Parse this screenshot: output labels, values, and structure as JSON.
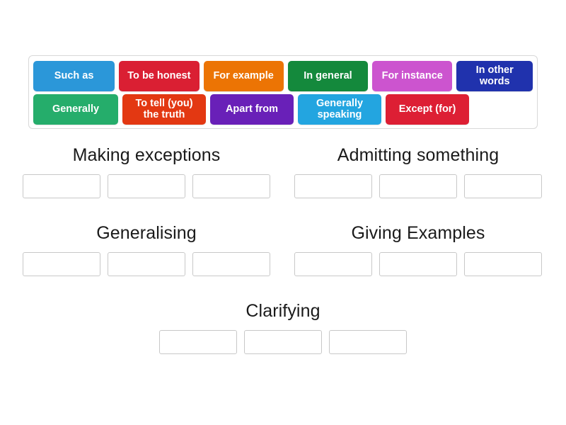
{
  "activity": {
    "type": "group-sort",
    "tray": {
      "name": "draggable-tiles-tray",
      "tiles": [
        {
          "id": "tile-such-as",
          "label": "Such as",
          "color": "#2b97d9",
          "width": 120
        },
        {
          "id": "tile-to-be-honest",
          "label": "To be honest",
          "color": "#da1f33",
          "width": 118
        },
        {
          "id": "tile-for-example",
          "label": "For example",
          "color": "#ec7404",
          "width": 118
        },
        {
          "id": "tile-in-general",
          "label": "In general",
          "color": "#14893c",
          "width": 118
        },
        {
          "id": "tile-for-instance",
          "label": "For instance",
          "color": "#cc54cf",
          "width": 118
        },
        {
          "id": "tile-in-other-words",
          "label": "In other\nwords",
          "color": "#2032ad",
          "width": 112
        }
      ],
      "tiles_row2": [
        {
          "id": "tile-generally",
          "label": "Generally",
          "color": "#25ad6b",
          "width": 120
        },
        {
          "id": "tile-to-tell-you-the-truth",
          "label": "To tell (you)\nthe truth",
          "color": "#e33812",
          "width": 118
        },
        {
          "id": "tile-apart-from",
          "label": "Apart from",
          "color": "#6920b8",
          "width": 118
        },
        {
          "id": "tile-generally-speaking",
          "label": "Generally\nspeaking",
          "color": "#23a5e0",
          "width": 118
        },
        {
          "id": "tile-except-for",
          "label": "Except (for)",
          "color": "#dd1f34",
          "width": 118
        }
      ]
    },
    "groups": [
      {
        "id": "group-making-exceptions",
        "title": "Making exceptions",
        "slots": [
          "",
          "",
          ""
        ]
      },
      {
        "id": "group-admitting-something",
        "title": "Admitting something",
        "slots": [
          "",
          "",
          ""
        ]
      },
      {
        "id": "group-generalising",
        "title": "Generalising",
        "slots": [
          "",
          "",
          ""
        ]
      },
      {
        "id": "group-giving-examples",
        "title": "Giving Examples",
        "slots": [
          "",
          "",
          ""
        ]
      },
      {
        "id": "group-clarifying",
        "title": "Clarifying",
        "slots": [
          "",
          "",
          ""
        ]
      }
    ]
  },
  "colors": {
    "page_background": "#ffffff",
    "tray_border": "#d8d8d8",
    "slot_border": "#c8c8c8",
    "title_text": "#1a1a1a",
    "tile_text": "#ffffff"
  }
}
